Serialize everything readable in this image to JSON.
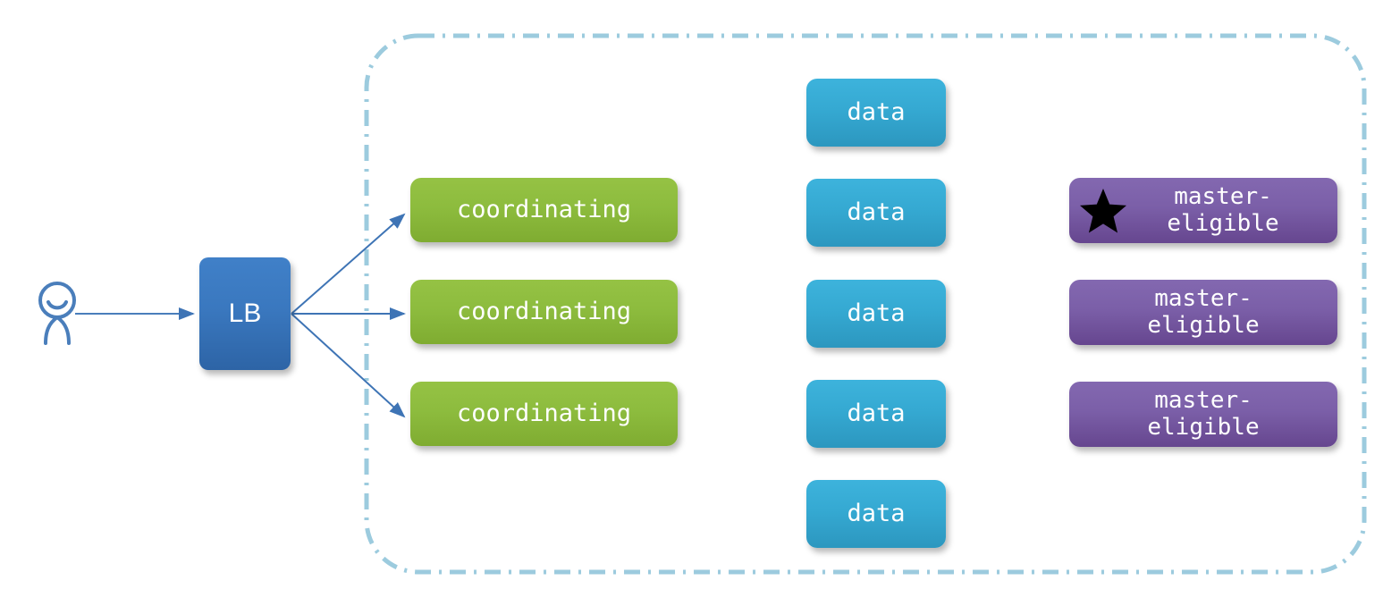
{
  "diagram": {
    "title": "Elasticsearch cluster node roles topology",
    "colors": {
      "cluster_border": "#9CCBDE",
      "coordinating_node": "#8DBC3E",
      "data_node": "#35A9D2",
      "master_eligible_node": "#7B5FA8",
      "load_balancer": "#3A78BF",
      "connector_line": "#4A7EBB",
      "user_icon": "#4A7EBB",
      "star_icon": "#000000"
    }
  },
  "client": {
    "icon": "user-stick-figure-icon",
    "label": ""
  },
  "load_balancer": {
    "label": "LB"
  },
  "cluster": {
    "label": "",
    "border_style": "dash-dot"
  },
  "coordinating_nodes": [
    {
      "label": "coordinating"
    },
    {
      "label": "coordinating"
    },
    {
      "label": "coordinating"
    }
  ],
  "data_nodes": [
    {
      "label": "data"
    },
    {
      "label": "data"
    },
    {
      "label": "data"
    },
    {
      "label": "data"
    },
    {
      "label": "data"
    }
  ],
  "master_eligible_nodes": [
    {
      "label": "master-\neligible",
      "elected_master": true,
      "icon": "star-icon"
    },
    {
      "label": "master-\neligible",
      "elected_master": false,
      "icon": ""
    },
    {
      "label": "master-\neligible",
      "elected_master": false,
      "icon": ""
    }
  ],
  "connections": [
    {
      "from": "client",
      "to": "load_balancer"
    },
    {
      "from": "load_balancer",
      "to": "coordinating_node_1"
    },
    {
      "from": "load_balancer",
      "to": "coordinating_node_2"
    },
    {
      "from": "load_balancer",
      "to": "coordinating_node_3"
    }
  ]
}
